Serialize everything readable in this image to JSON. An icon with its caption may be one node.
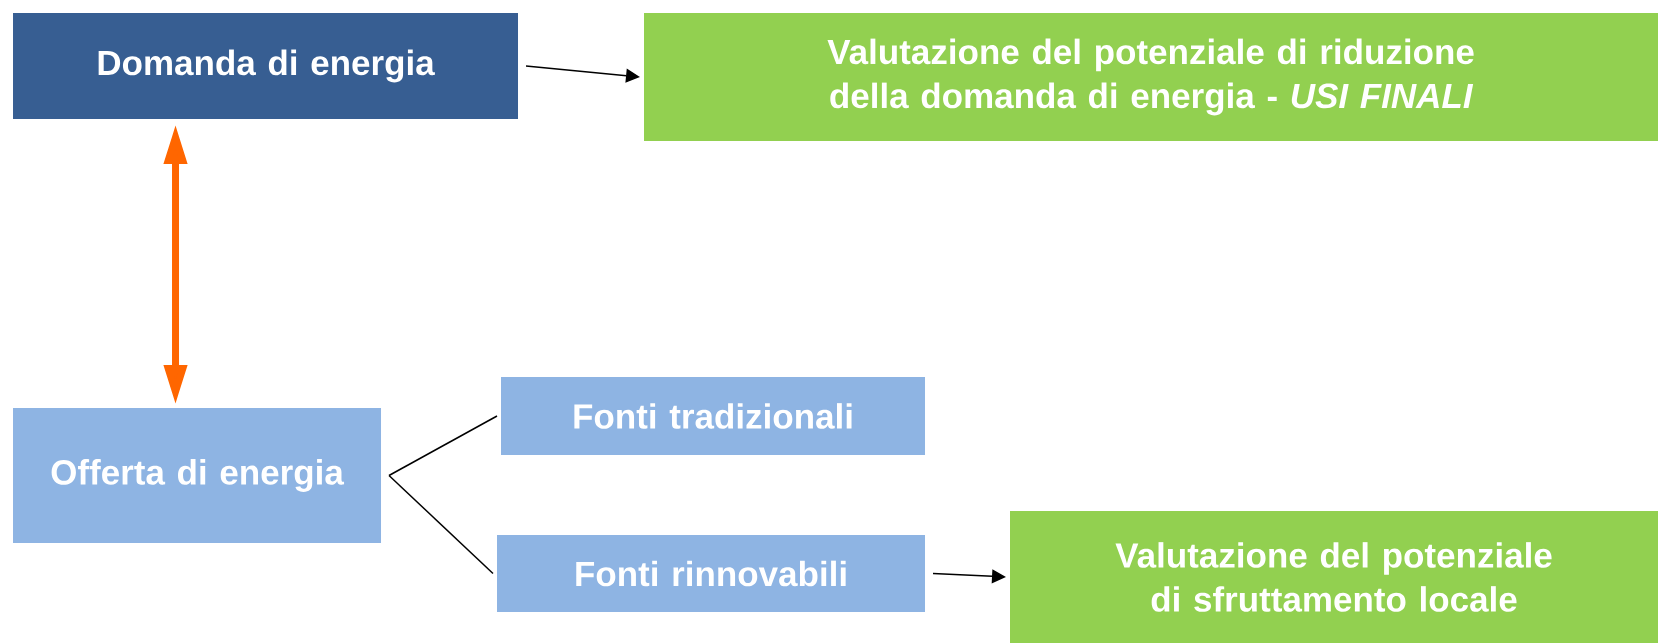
{
  "diagram": {
    "nodes": [
      {
        "text": [
          "Domanda di energia"
        ]
      },
      {
        "text": [
          "Valutazione del potenziale di riduzione della domanda di energia - *USI FINALI*"
        ]
      },
      {
        "text": [
          "Offerta di energia"
        ]
      },
      {
        "text": [
          "Fonti tradizionali"
        ]
      },
      {
        "text": [
          "Fonti rinnovabili"
        ]
      },
      {
        "text": [
          "Valutazione del potenziale di sfruttamento locale"
        ]
      }
    ],
    "edges": [
      {
        "from": 0,
        "to": 1,
        "arrow": "to"
      },
      {
        "from": 0,
        "to": 2,
        "arrow": "both",
        "style": "thick",
        "color": "#ff6600"
      },
      {
        "from": 2,
        "to": 3,
        "arrow": "none"
      },
      {
        "from": 2,
        "to": 4,
        "arrow": "none"
      },
      {
        "from": 4,
        "to": 5,
        "arrow": "to"
      }
    ]
  }
}
